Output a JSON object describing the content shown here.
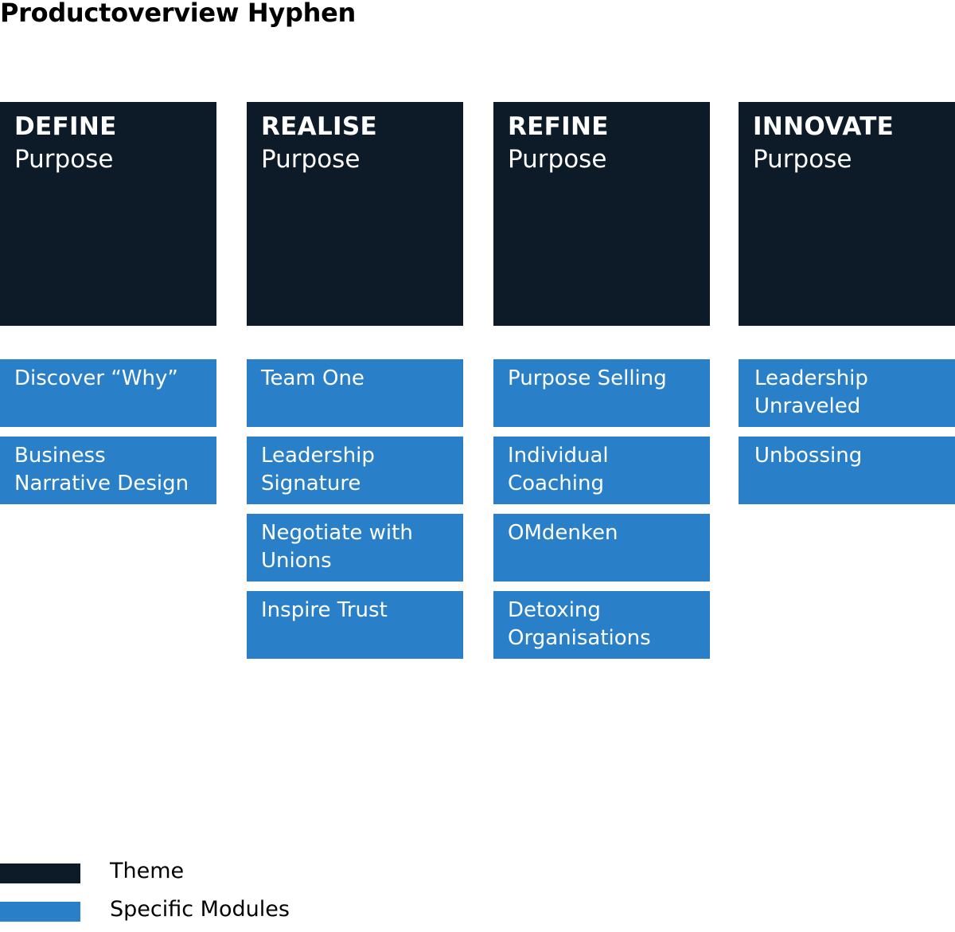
{
  "title": "Productoverview Hyphen",
  "colors": {
    "theme": "#0d1b29",
    "module": "#2980c8"
  },
  "columns": [
    {
      "theme": "DEFINE",
      "subtitle": "Purpose",
      "modules": [
        "Discover “Why”",
        "Business Narrative Design"
      ]
    },
    {
      "theme": "REALISE",
      "subtitle": "Purpose",
      "modules": [
        "Team One",
        "Leadership Signature",
        "Negotiate with Unions",
        "Inspire Trust"
      ]
    },
    {
      "theme": "REFINE",
      "subtitle": "Purpose",
      "modules": [
        "Purpose Selling",
        "Individual Coaching",
        "OMdenken",
        "Detoxing Organisations"
      ]
    },
    {
      "theme": "INNOVATE",
      "subtitle": "Purpose",
      "modules": [
        "Leadership Unraveled",
        "Unbossing"
      ]
    }
  ],
  "legend": [
    {
      "label": "Theme",
      "color": "#0d1b29"
    },
    {
      "label": "Specific Modules",
      "color": "#2980c8"
    }
  ]
}
